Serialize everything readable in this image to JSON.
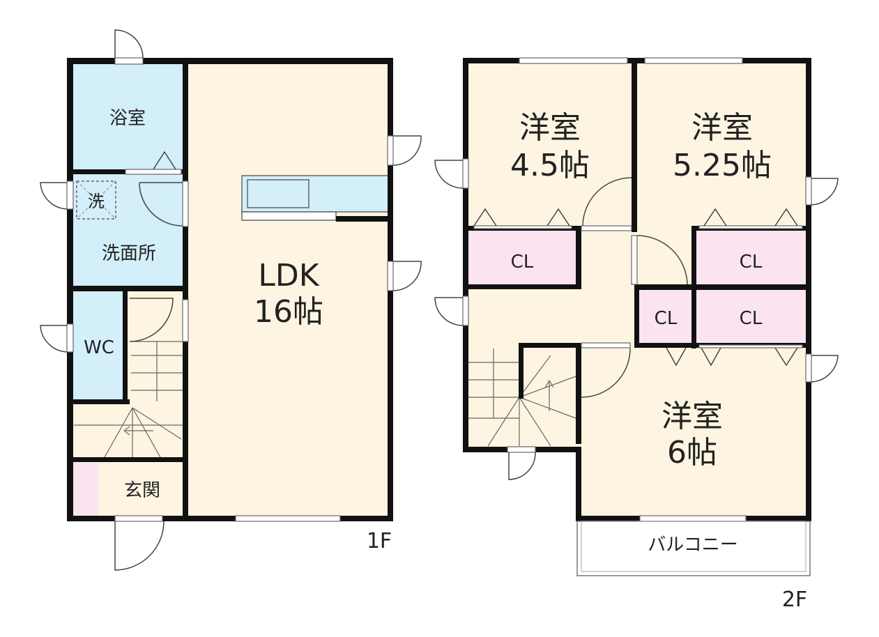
{
  "floor1": {
    "label": "1F",
    "rooms": {
      "bath": "浴室",
      "washer": "洗",
      "washroom": "洗面所",
      "wc": "WC",
      "entrance": "玄関",
      "ldk_name": "LDK",
      "ldk_size": "16帖"
    }
  },
  "floor2": {
    "label": "2F",
    "rooms": {
      "western_name": "洋室",
      "room_a_size": "4.5帖",
      "room_b_size": "5.25帖",
      "room_c_size": "6帖",
      "closet": "CL",
      "balcony": "バルコニー"
    }
  },
  "colors": {
    "wall": "#111111",
    "cream": "#fdf5e1",
    "water": "#d2effa",
    "closet_pink": "#fbe4ef",
    "thin_line": "#666666"
  }
}
